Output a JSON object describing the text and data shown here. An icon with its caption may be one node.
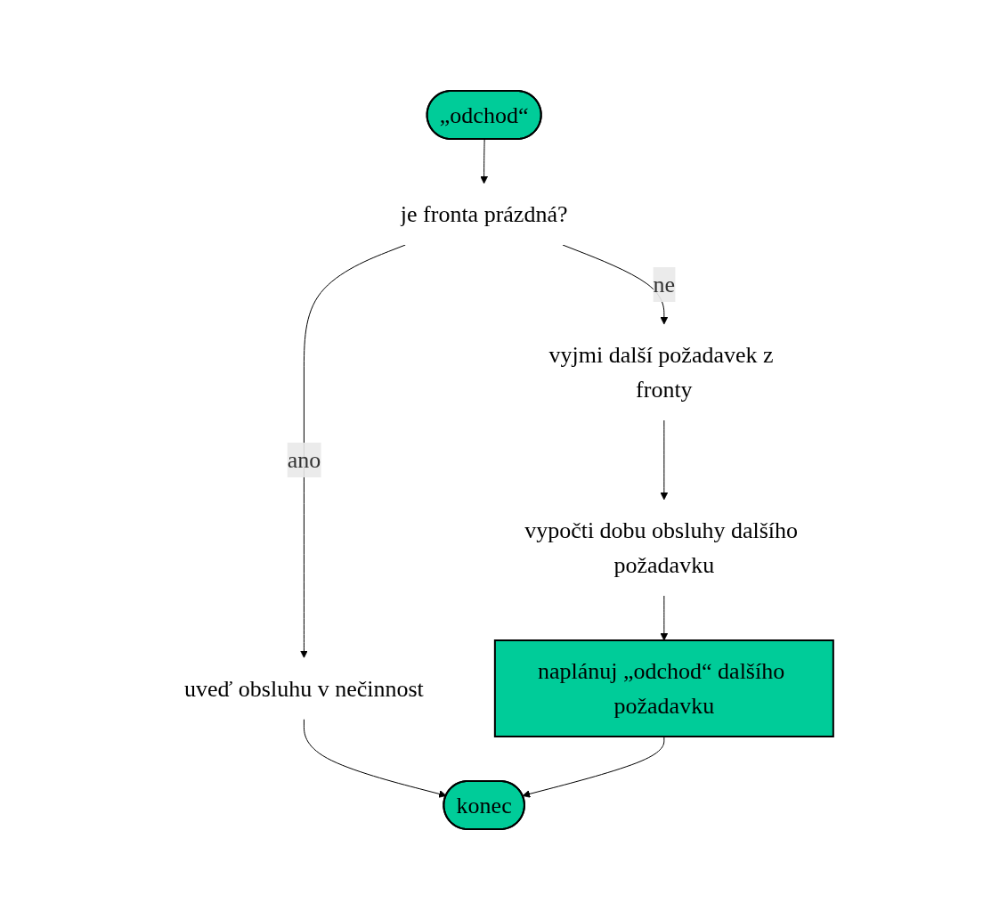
{
  "diagram": {
    "nodes": [
      {
        "text": [
          "„odchod“"
        ]
      },
      {
        "text": [
          "je fronta prázdná?"
        ]
      },
      {
        "text": [
          "vyjmi další požadavek z fronty"
        ]
      },
      {
        "text": [
          "vypočti dobu obsluhy dalšího požadavku"
        ]
      },
      {
        "text": [
          "uveď obsluhu v nečinnost"
        ]
      },
      {
        "text": [
          "naplánuj „odchod“ dalšího požadavku"
        ]
      },
      {
        "text": [
          "konec"
        ]
      }
    ],
    "edges": [
      {
        "from": 0,
        "to": 1,
        "arrow": "to"
      },
      {
        "from": 1,
        "to": 2,
        "arrow": "to",
        "label": "ne"
      },
      {
        "from": 1,
        "to": 4,
        "arrow": "to",
        "label": "ano"
      },
      {
        "from": 2,
        "to": 3,
        "arrow": "to"
      },
      {
        "from": 3,
        "to": 5,
        "arrow": "to"
      },
      {
        "from": 4,
        "to": 6,
        "arrow": "to"
      },
      {
        "from": 5,
        "to": 6,
        "arrow": "to"
      }
    ]
  }
}
